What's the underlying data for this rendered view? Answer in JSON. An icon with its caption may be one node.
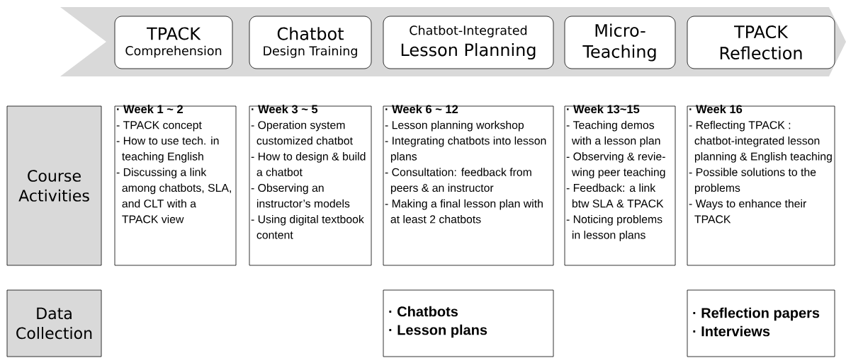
{
  "diagram": {
    "nodes": [
      {
        "text": [],
        "shape": "chevron"
      },
      {
        "text": [
          "TPACK",
          "Comprehension"
        ],
        "in": 0
      },
      {
        "text": [
          "Chatbot",
          "Design Training"
        ],
        "in": 0
      },
      {
        "text": [
          "Chatbot-Integrated",
          "Lesson Planning"
        ],
        "in": 0
      },
      {
        "text": [
          "Micro- Teaching"
        ],
        "in": 0
      },
      {
        "text": [
          "TPACK Reflection"
        ],
        "in": 0
      },
      {
        "text": [
          "Course Activities"
        ]
      },
      {
        "text": [
          "· Week 1 ~ 2",
          "- TPACK concept",
          "- How to use tech. in teaching English",
          "- Discussing a link among chatbots, SLA, and CLT with a TPACK view"
        ]
      },
      {
        "text": [
          "· Week 3 ~ 5",
          "- Operation system customized chatbot",
          "- How to design & build a chatbot",
          "- Observing an instructor’s models",
          "- Using digital textbook content"
        ]
      },
      {
        "text": [
          "· Week 6 ~ 12",
          "- Lesson planning workshop",
          "- Integrating chatbots into lesson plans",
          "- Consultation: feedback from peers & an instructor",
          "- Making a final lesson plan with at least 2 chatbots"
        ]
      },
      {
        "text": [
          "· Week 13~15",
          "- Teaching demos with a lesson plan",
          "- Observing & revie- wing peer teaching",
          "- Feedback: a link btw SLA & TPACK",
          "- Noticing problems in lesson plans"
        ]
      },
      {
        "text": [
          "· Week 16",
          "- Reflecting TPACK : chatbot-integrated lesson planning & English teaching",
          "- Possible solutions to the problems",
          "- Ways to enhance their TPACK"
        ]
      },
      {
        "text": [
          "Data Collection"
        ]
      },
      {
        "text": [
          "· Chatbots",
          "· Lesson plans"
        ]
      },
      {
        "text": [
          "· Reflection papers",
          "· Interviews"
        ]
      }
    ]
  }
}
